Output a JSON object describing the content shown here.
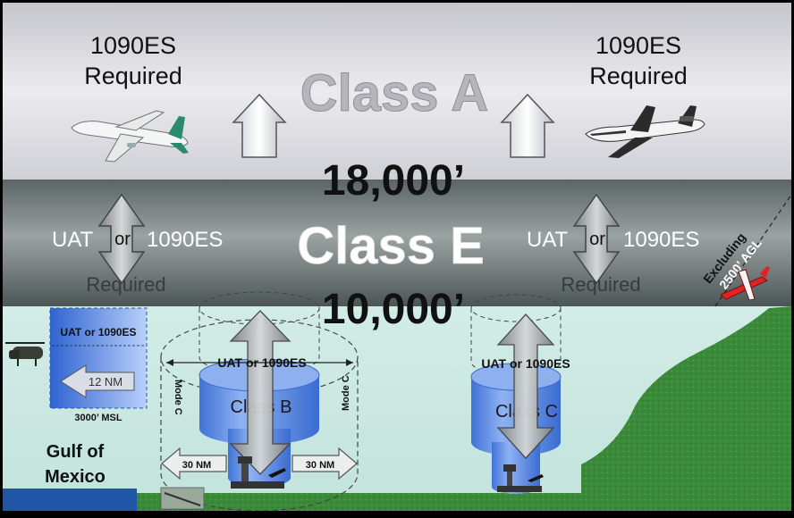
{
  "class_a": {
    "label": "Class A",
    "left_line1": "1090ES",
    "left_line2": "Required",
    "right_line1": "1090ES",
    "right_line2": "Required"
  },
  "altitudes": {
    "upper": "18,000’",
    "lower": "10,000’"
  },
  "class_e": {
    "label": "Class E",
    "left_uat": "UAT",
    "left_or": "or",
    "left_1090": "1090ES",
    "left_required": "Required",
    "right_uat": "UAT",
    "right_or": "or",
    "right_1090": "1090ES",
    "right_required": "Required",
    "excluding_line1": "Excluding",
    "excluding_line2": "2500’ AGL"
  },
  "gulf": {
    "box_label": "UAT or 1090ES",
    "distance": "12 NM",
    "msl": "3000’ MSL",
    "name_line1": "Gulf of",
    "name_line2": "Mexico"
  },
  "class_b": {
    "label": "Class B",
    "equipment": "UAT or 1090ES",
    "mode_c_left": "Mode C",
    "mode_c_right": "Mode C",
    "radius_left": "30 NM",
    "radius_right": "30 NM"
  },
  "class_c": {
    "label": "Class C",
    "equipment": "UAT or 1090ES"
  },
  "icons": [
    "jetliner-icon",
    "dc10-icon",
    "helicopter-icon",
    "small-plane-icon",
    "control-tower-icon",
    "airport-icon"
  ],
  "colors": {
    "class_a_band": "#d7d7de",
    "class_e_band": "#6b7373",
    "low_sky": "#c9e6e0",
    "water": "#1f56a8",
    "land": "#3f8a3a",
    "cylinder": "#5d8fe6"
  }
}
